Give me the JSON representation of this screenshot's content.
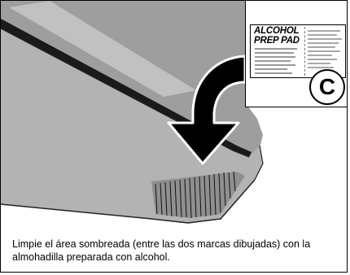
{
  "inset": {
    "pad_title_line1": "ALCOHOL",
    "pad_title_line2": "PREP PAD",
    "label": "C"
  },
  "caption": "Limpie el área sombreada (entre las dos marcas dibujadas) con la almohadilla preparada con alcohol.",
  "icons": {
    "arrow": "curved-arrow-down-icon",
    "shaded_area": "hatched-area"
  }
}
